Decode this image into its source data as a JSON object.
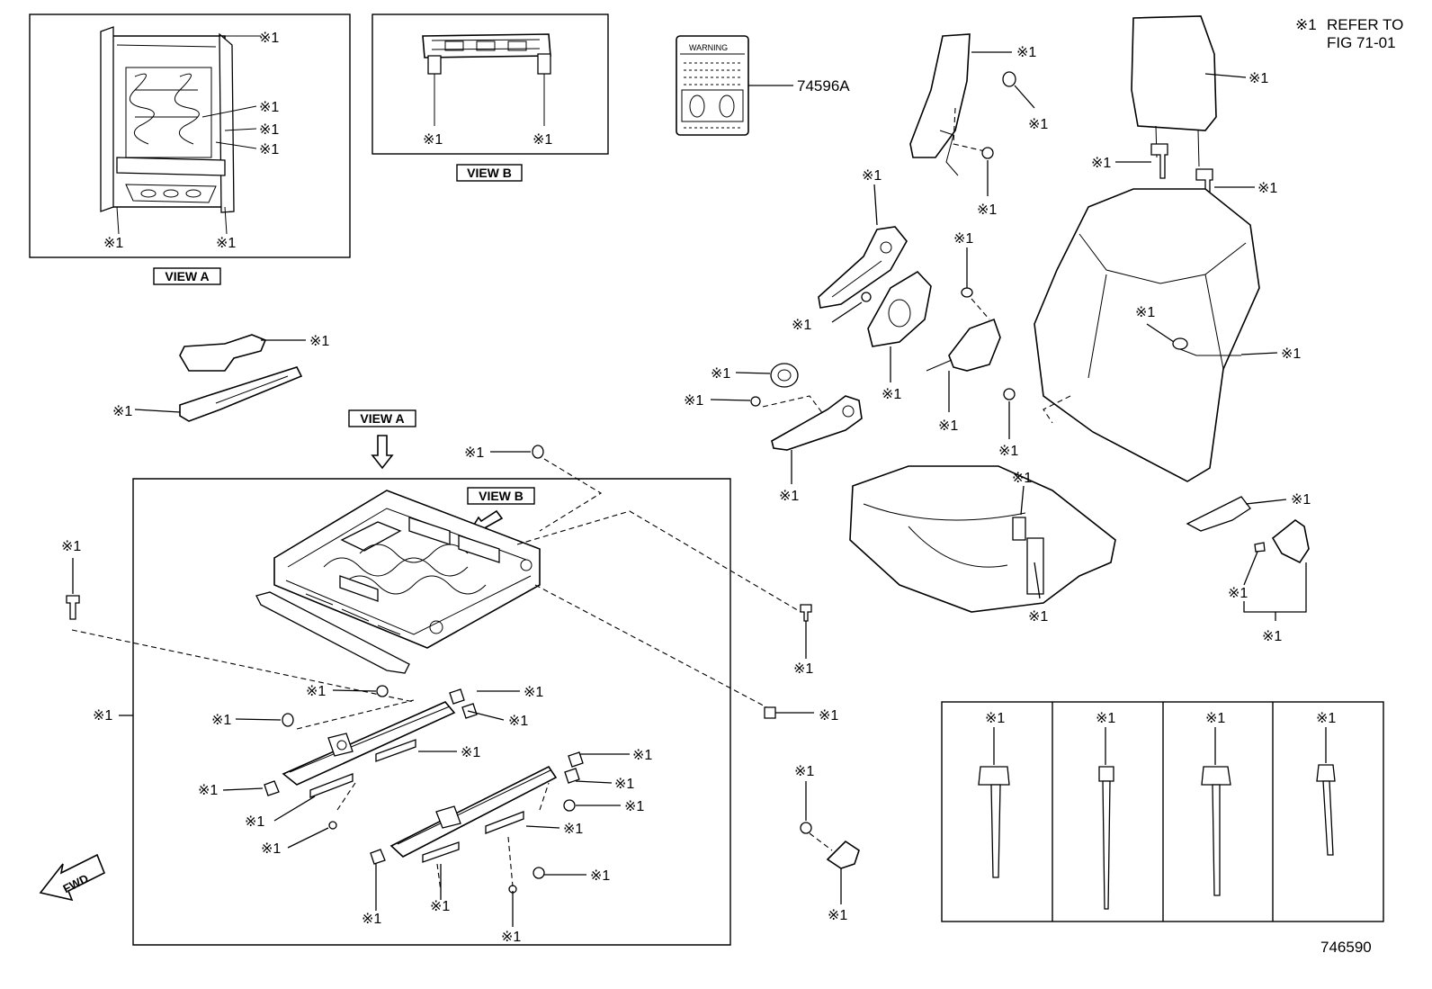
{
  "notice": {
    "mark": "※1",
    "line1": "REFER TO",
    "line2": "FIG 71-01"
  },
  "figure_number": "746590",
  "warning_label": {
    "part_number": "74596A",
    "heading": "WARNING"
  },
  "views": {
    "view_a": "VIEW A",
    "view_b": "VIEW B"
  },
  "fwd_arrow": "FWD",
  "callout": "※1"
}
